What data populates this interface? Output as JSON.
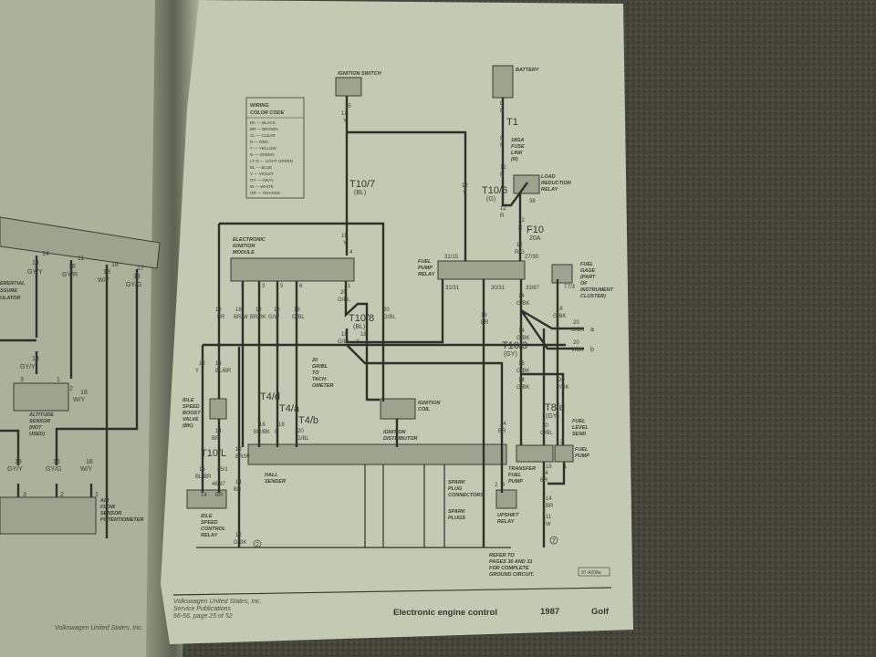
{
  "color_code": {
    "title": [
      "WIRING",
      "COLOR CODE"
    ],
    "entries": [
      "BK — BLACK",
      "BR — BROWN",
      "CL — CLEAR",
      "R — RED",
      "Y — YELLOW",
      "G — GREEN",
      "LT G — LIGHT GREEN",
      "BL — BLUE",
      "V — VIOLET",
      "GY — GRAY",
      "W — WHITE",
      "OR — ORANGE"
    ]
  },
  "components": {
    "ignition_switch": "IGNITION SWITCH",
    "battery": "BATTERY",
    "fuse_link": [
      "18GA",
      "FUSE",
      "LINK",
      "(R)"
    ],
    "load_relay": [
      "LOAD",
      "REDUCTION",
      "RELAY"
    ],
    "eim": [
      "ELECTRONIC",
      "IGNITION",
      "MODULE"
    ],
    "fuel_pump_relay": [
      "FUEL",
      "PUMP",
      "RELAY"
    ],
    "fuel_gage": [
      "FUEL",
      "GAGE",
      "(PART",
      "OF",
      "INSTRUMENT",
      "CLUSTER)"
    ],
    "tach": [
      "20",
      "GR/BL",
      "TO",
      "TACH-",
      "OMETER"
    ],
    "ignition_coil": [
      "IGNITION",
      "COIL"
    ],
    "ignition_distributor": [
      "IGNITION",
      "DISTRIBUTOR"
    ],
    "idle_boost": [
      "IDLE",
      "SPEED",
      "BOOST",
      "VALVE",
      "(BK)"
    ],
    "hall_sender": [
      "HALL",
      "SENDER"
    ],
    "idle_relay": [
      "IDLE",
      "SPEED",
      "CONTROL",
      "RELAY"
    ],
    "spark_conn": [
      "SPARK",
      "PLUG",
      "CONNECTORS"
    ],
    "spark_plugs": [
      "SPARK",
      "PLUGS"
    ],
    "transfer_pump": [
      "TRANSFER",
      "FUEL",
      "PUMP"
    ],
    "upshift": [
      "UPSHIFT",
      "RELAY"
    ],
    "fuel_level": [
      "FUEL",
      "LEVEL",
      "SEND"
    ],
    "fuel_pump": [
      "FUEL",
      "PUMP"
    ],
    "ground_note": [
      "REFER TO",
      "PAGES 30 AND 31",
      "FOR COMPLETE",
      "GROUND CIRCUIT."
    ],
    "altitude": [
      "ALTITUDE",
      "SENSOR",
      "(NOT",
      "USED)"
    ],
    "afs": [
      "AIR",
      "FLOW",
      "SENSOR",
      "POTENTIOMETER"
    ],
    "dpr": [
      "ERENTIAL",
      "SSURE",
      "ULATOR"
    ]
  },
  "wires": {
    "left": [
      "14",
      "18",
      "GY/Y",
      "11",
      "18",
      "GY/R",
      "18",
      "18",
      "W/Y",
      "17",
      "18",
      "GY/G",
      "18",
      "GY/Y",
      "18",
      "W/Y",
      "18",
      "GY/Y",
      "18",
      "GY/G",
      "18",
      "W/Y",
      "3",
      "1",
      "2",
      "3",
      "2",
      "1"
    ],
    "connectors": [
      "T10/7",
      "(BL)",
      "T1",
      "T10/6",
      "(G)",
      "F10",
      "20A",
      "T10/8",
      "(BL)",
      "T4/d",
      "T4/a",
      "T4/b",
      "T10/L",
      "T10/3",
      "(GY)",
      "T8/d",
      "(GY)"
    ],
    "gauges": [
      "15",
      "12",
      "Y",
      "18",
      "Y",
      "12",
      "Y",
      "8",
      "R",
      "8",
      "R",
      "12",
      "R",
      "12",
      "R",
      "38",
      "12",
      "R",
      "12",
      "R/G",
      "31/15",
      "27/30",
      "32/31",
      "30/31",
      "33/87",
      "T7/3",
      "4",
      "2",
      "3",
      "5",
      "6",
      "1",
      "18",
      "BR",
      "18",
      "BR/W",
      "18",
      "BR/BK",
      "18",
      "G/W",
      "18",
      "G/BL",
      "20",
      "G/BL",
      "18",
      "G/BL",
      "18",
      "Y",
      "20",
      "G/BL",
      "18",
      "Y",
      "18",
      "BL/BR",
      "14",
      "BR",
      "18",
      "BR/W",
      "18",
      "BR/BK",
      "18",
      "G",
      "20",
      "G/BL",
      "16",
      "BL/BR",
      "45/1",
      "46/87",
      "14",
      "BR",
      "14",
      "BR",
      "12",
      "G/BK",
      "14",
      "G/BK",
      "14",
      "G/BK",
      "16",
      "G/BK",
      "14",
      "G/BK",
      "20",
      "V/BK",
      "18",
      "G/BK",
      "20",
      "G/BK",
      "20",
      "V/BK",
      "20",
      "G/BL",
      "14",
      "BR",
      "16",
      "BR",
      "14",
      "BR",
      "14",
      "BR",
      "11",
      "W",
      "2",
      "3",
      "1",
      "1",
      "2",
      "15",
      "1"
    ],
    "refs": [
      "a",
      "b",
      "2",
      "7"
    ]
  },
  "figure_code": "97-A208a",
  "footer": {
    "publisher": [
      "Volkswagen United States, Inc.",
      "Service Publications",
      "66-56, page 25 of 52"
    ],
    "title": "Electronic engine control",
    "year": "1987",
    "model": "Golf"
  },
  "colors": {
    "page": "#c3c9b2",
    "left_page": "#aab29b",
    "carpet": "#3f3f36",
    "ink": "#2e302a",
    "fill": "#9da38f"
  }
}
